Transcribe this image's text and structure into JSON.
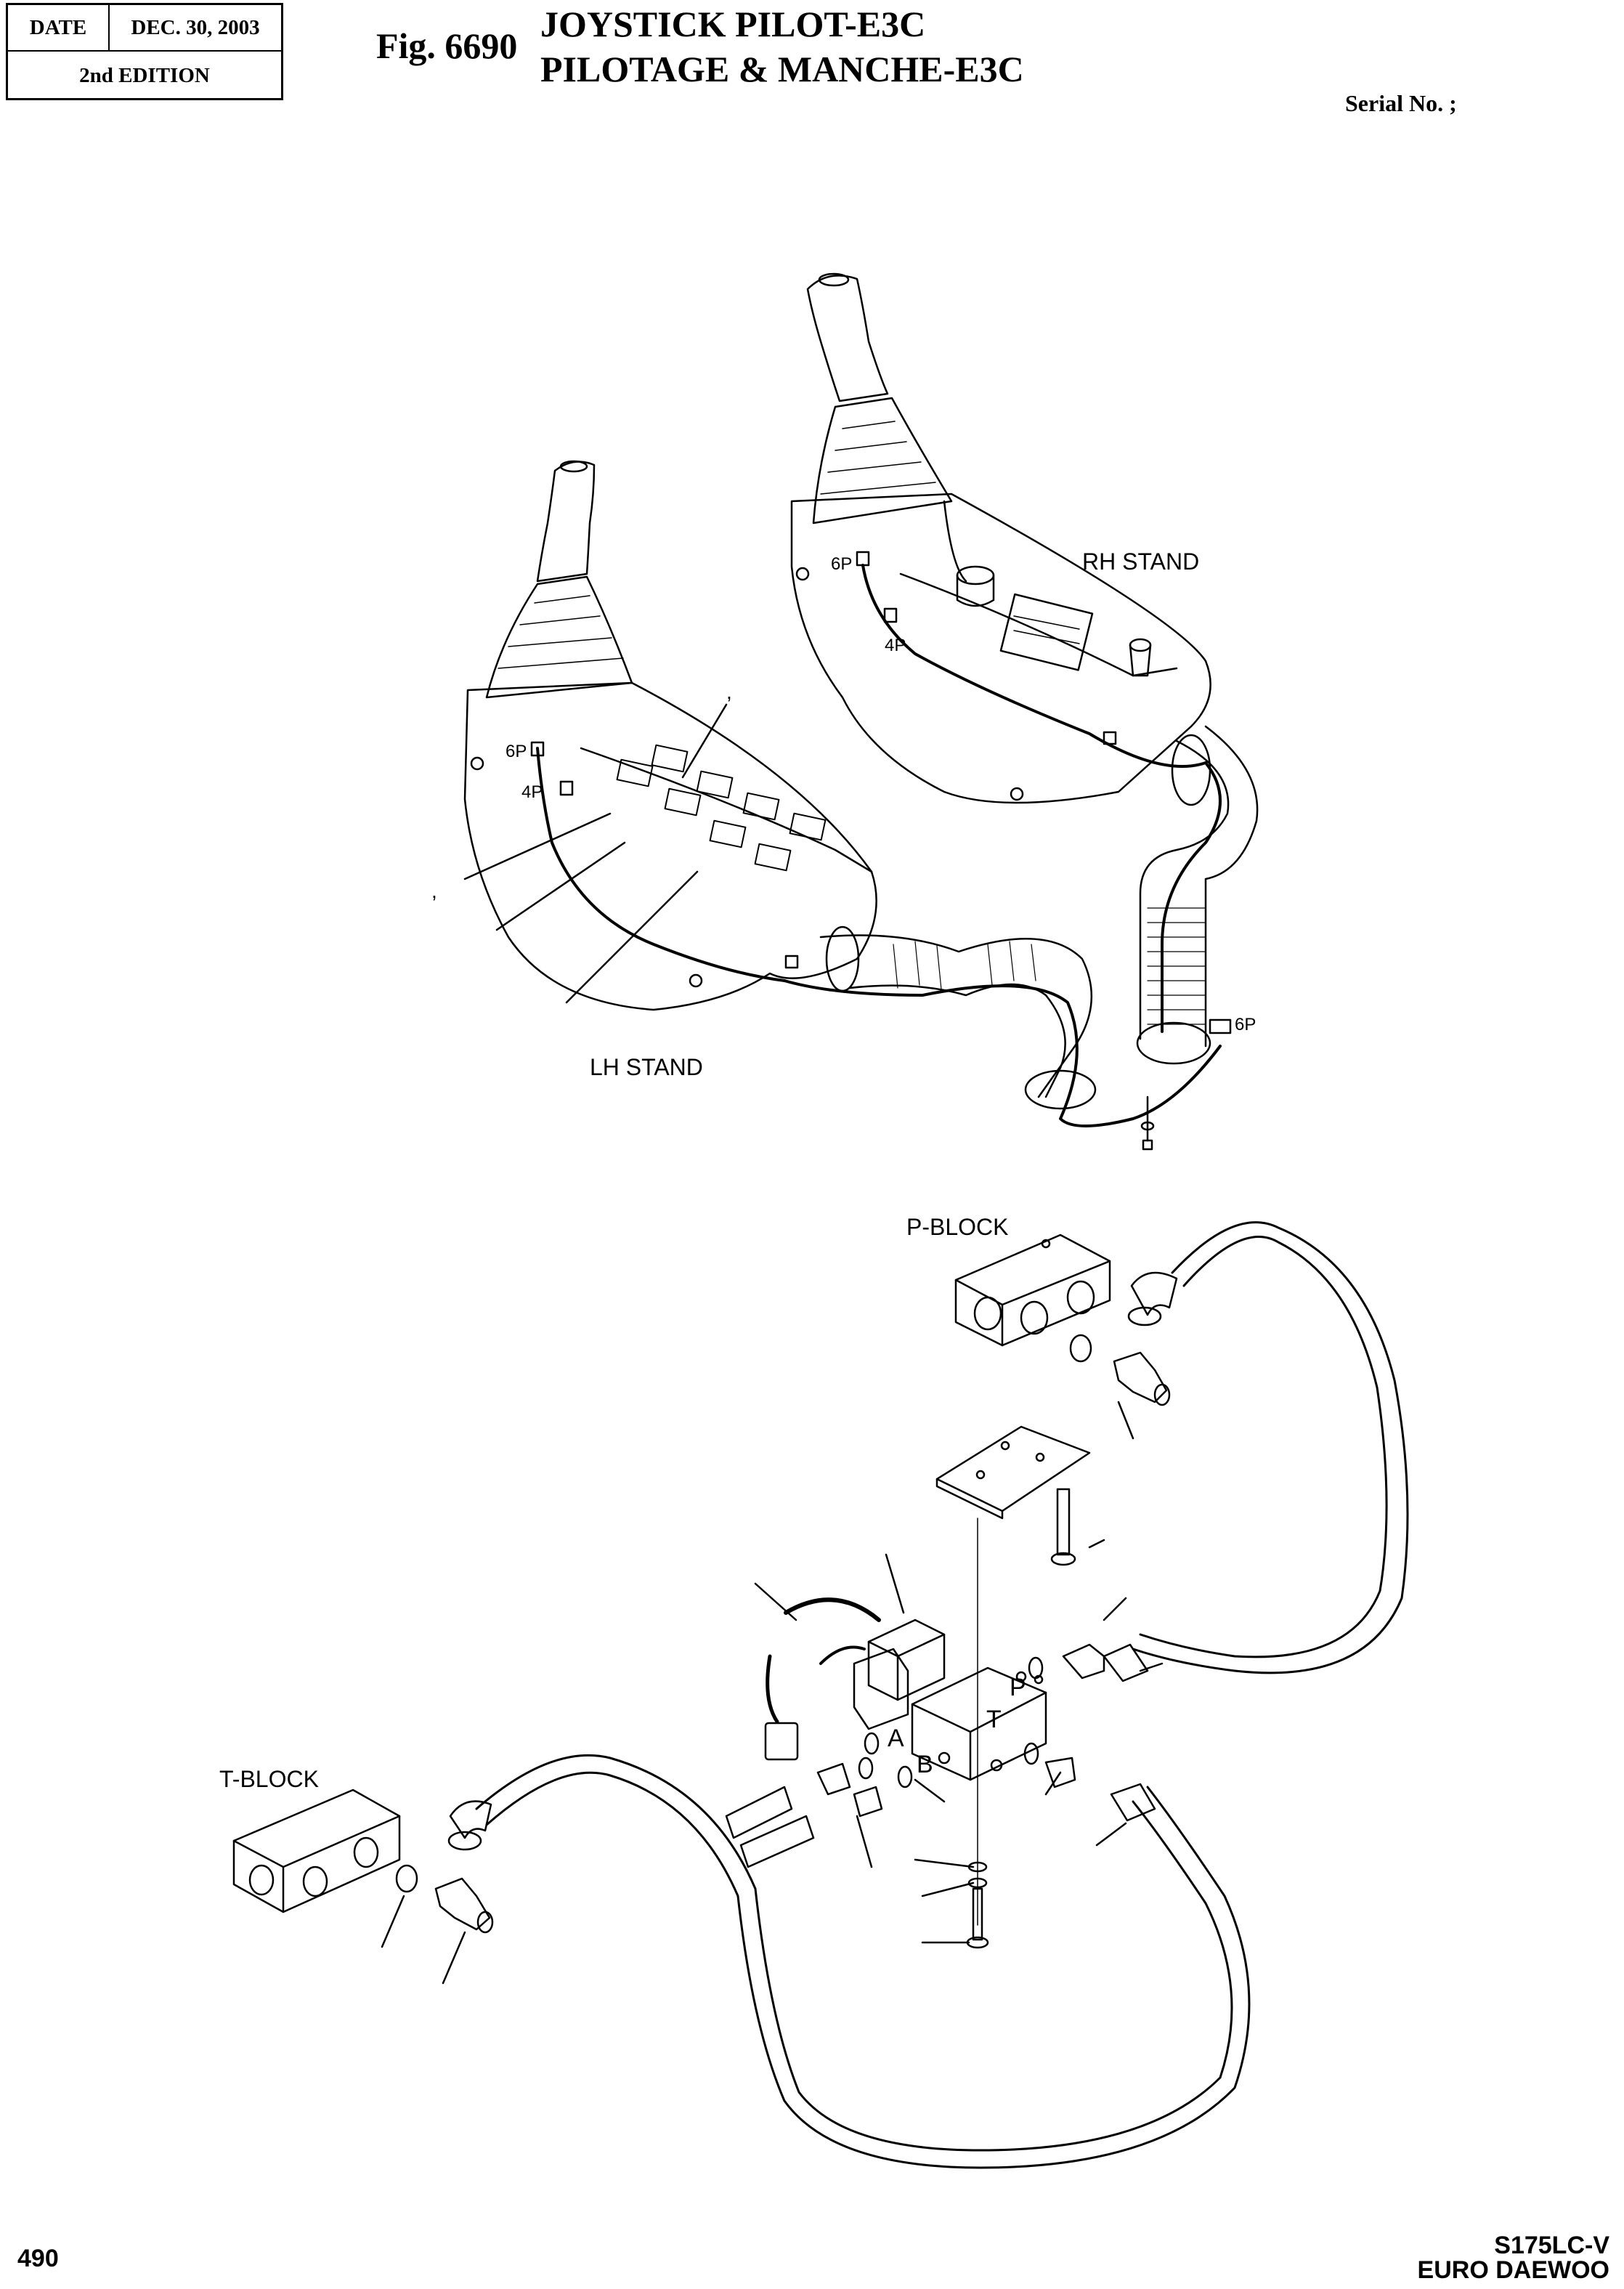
{
  "header": {
    "date_label": "DATE",
    "date_value": "DEC. 30,  2003",
    "edition": "2nd EDITION",
    "fig_number": "Fig. 6690",
    "title_line1": "JOYSTICK PILOT-E3C",
    "title_line2": "PILOTAGE & MANCHE-E3C",
    "serial": "Serial No. ;"
  },
  "labels": {
    "rh_stand": "RH STAND",
    "lh_stand": "LH STAND",
    "p_block": "P-BLOCK",
    "t_block": "T-BLOCK",
    "conn_6p": "6P",
    "conn_4p": "4P",
    "port_p": "P",
    "port_t": "T",
    "port_a": "A",
    "port_b": "B",
    "comma": ","
  },
  "footer": {
    "page_number": "490",
    "model": "S175LC-V",
    "brand": "EURO DAEWOO"
  }
}
